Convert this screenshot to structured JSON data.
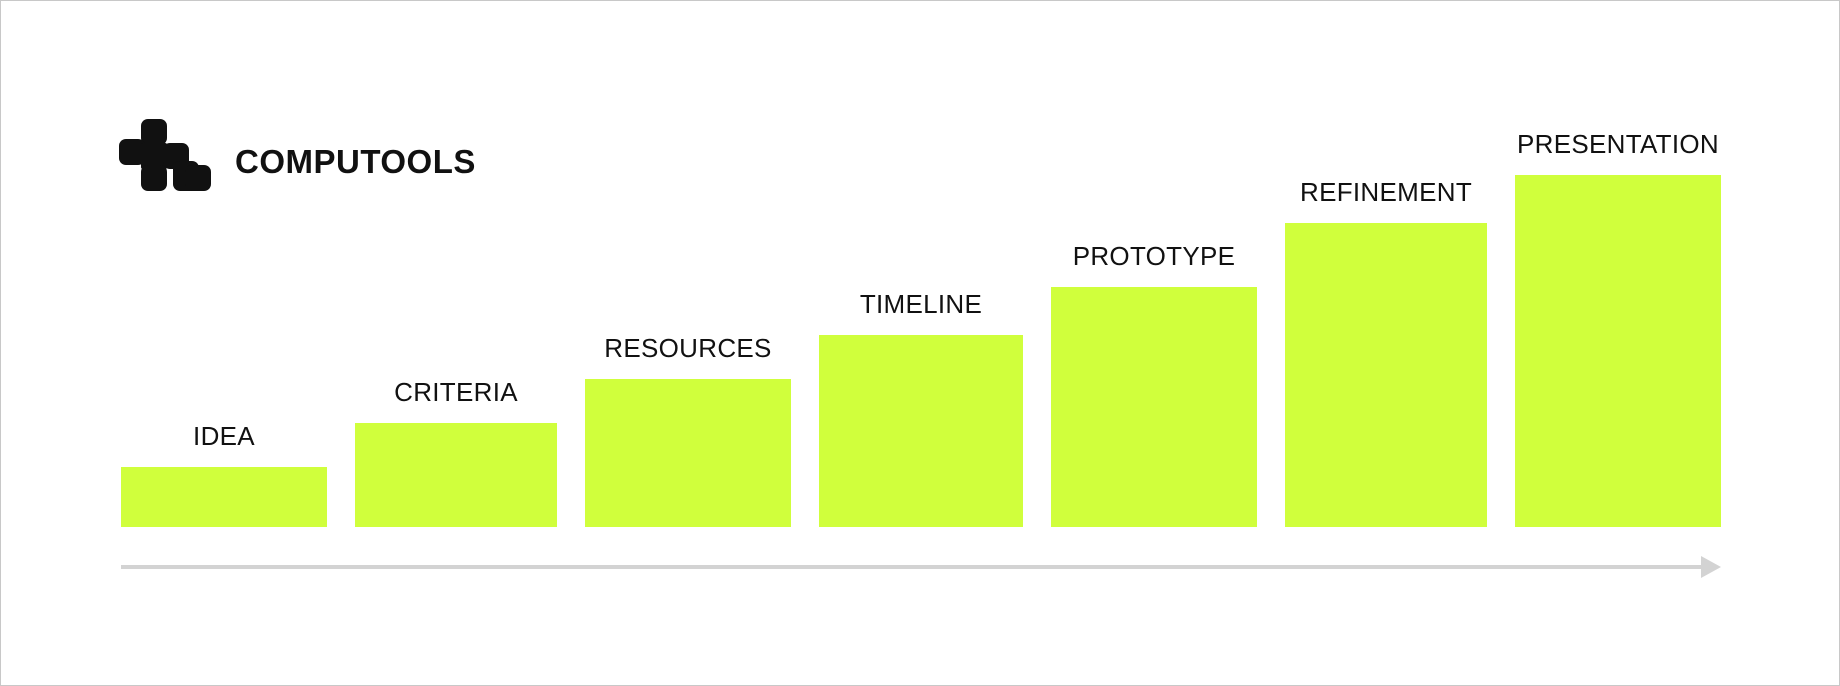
{
  "logo": {
    "text": "COMPUTOOLS",
    "icon": "computools-logo-icon"
  },
  "colors": {
    "bar": "#d0ff3c",
    "arrow": "#d3d3d3",
    "text": "#111111",
    "border": "#c8c8c8"
  },
  "steps": [
    {
      "label": "IDEA",
      "level": 1
    },
    {
      "label": "CRITERIA",
      "level": 2
    },
    {
      "label": "RESOURCES",
      "level": 3
    },
    {
      "label": "TIMELINE",
      "level": 4
    },
    {
      "label": "PROTOTYPE",
      "level": 5
    },
    {
      "label": "REFINEMENT",
      "level": 6
    },
    {
      "label": "PRESENTATION",
      "level": 7
    }
  ]
}
